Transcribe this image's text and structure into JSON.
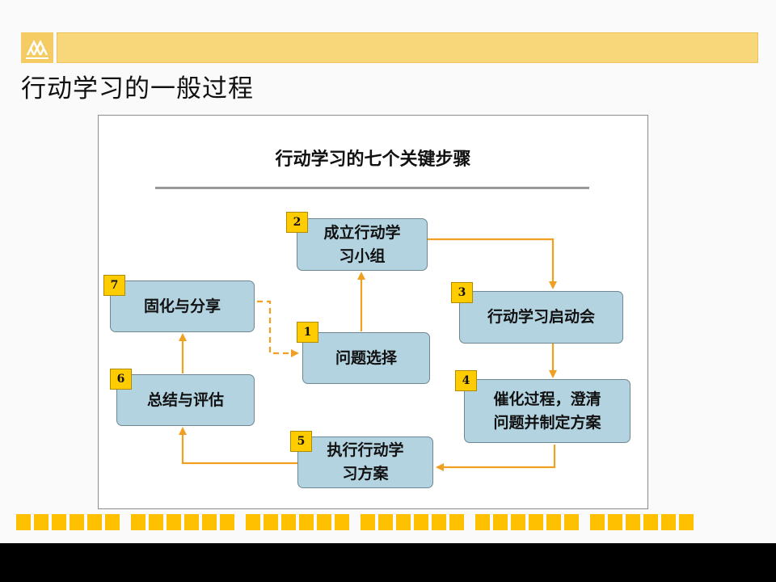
{
  "slide": {
    "title": "行动学习的一般过程"
  },
  "diagram": {
    "title": "行动学习的七个关键步骤",
    "steps": [
      {
        "number": "1",
        "label": "问题选择"
      },
      {
        "number": "2",
        "label": "成立行动学\n习小组"
      },
      {
        "number": "3",
        "label": "行动学习启动会"
      },
      {
        "number": "4",
        "label": "催化过程，澄清\n问题并制定方案"
      },
      {
        "number": "5",
        "label": "执行行动学\n习方案"
      },
      {
        "number": "6",
        "label": "总结与评估"
      },
      {
        "number": "7",
        "label": "固化与分享"
      }
    ],
    "colors": {
      "box_fill": "#b3d3e0",
      "badge_fill": "#ffcc00",
      "arrow": "#f0a020",
      "header_bar": "#f8d77a"
    }
  }
}
